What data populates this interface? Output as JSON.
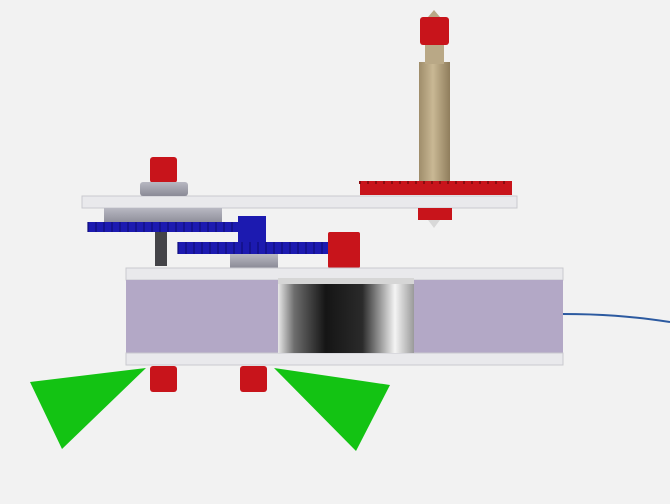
{
  "scene": {
    "background": "#f2f2f2",
    "colors": {
      "plate": "#e9e9ec",
      "plate_edge": "#c9c9cf",
      "body": "#b3a8c6",
      "red_part": "#c8141b",
      "blue_gear": "#1c1ab0",
      "shaft_tan": "#b6a582",
      "wire": "#2c5aa0",
      "green_leg": "#13c313",
      "magnet_dark": "#1f1f1f",
      "metal_light": "#dcdcdc"
    },
    "parts": [
      "top-plate",
      "bottom-plate",
      "housing-block",
      "magnet-cylinder",
      "vertical-shaft",
      "large-red-gear",
      "small-red-pinion",
      "blue-gear-upper",
      "blue-gear-lower",
      "cable",
      "left-green-leg",
      "right-green-leg"
    ]
  }
}
